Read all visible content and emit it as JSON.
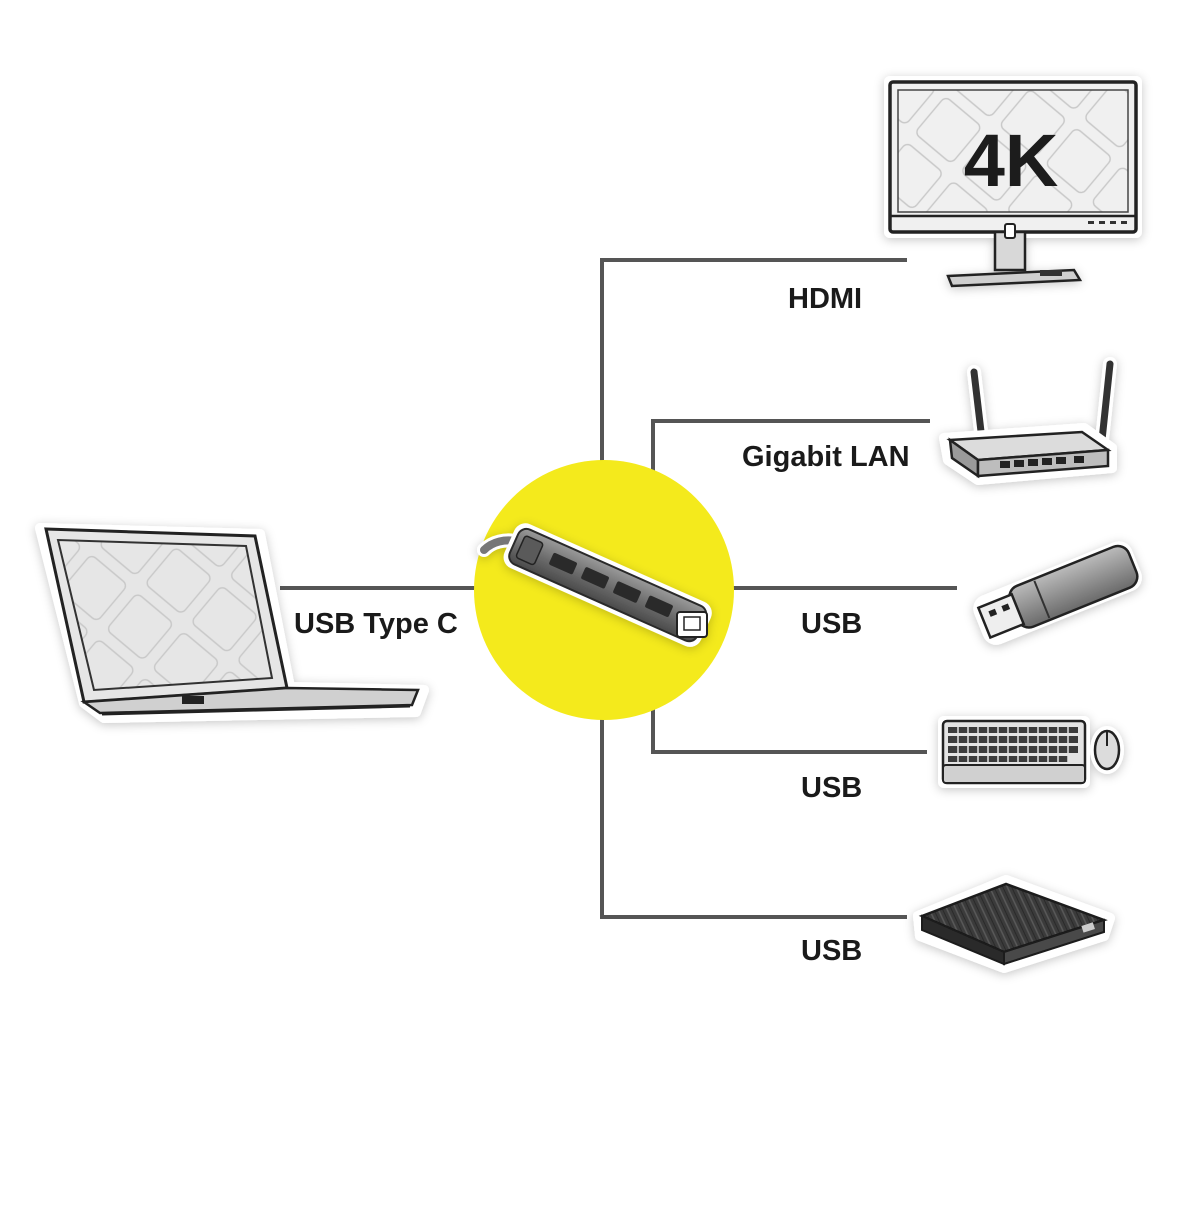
{
  "labels": {
    "usb_type_c": "USB Type C",
    "hdmi": "HDMI",
    "gigabit_lan": "Gigabit LAN",
    "usb_1": "USB",
    "usb_2": "USB",
    "usb_3": "USB",
    "monitor_resolution": "4K"
  },
  "icons": {
    "laptop": "laptop-icon",
    "hub": "usb-c-hub-icon",
    "monitor": "monitor-icon",
    "router": "router-icon",
    "flash_drive": "usb-flash-drive-icon",
    "keyboard": "keyboard-mouse-icon",
    "hdd": "external-hard-drive-icon"
  },
  "colors": {
    "accent_yellow": "#f4ea1c",
    "line": "#555555",
    "ink": "#1a1a1a"
  }
}
